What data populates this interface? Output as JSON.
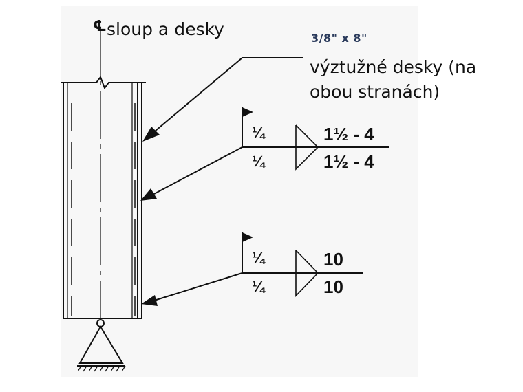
{
  "labels": {
    "centerline_symbol": "℄",
    "centerline": "sloup a desky",
    "plate_size": "3/8\" x 8\"",
    "plate_desc_line1": "výztužné desky (na",
    "plate_desc_line2": "obou stranách)"
  },
  "welds": [
    {
      "arrow_side_size": "¼",
      "other_side_size": "¼",
      "arrow_side_length": "1½ - 4",
      "other_side_length": "1½ - 4"
    },
    {
      "arrow_side_size": "¼",
      "other_side_size": "¼",
      "arrow_side_length": "10",
      "other_side_length": "10"
    }
  ],
  "colors": {
    "line": "#111111",
    "plate_text": "#2b3b5c",
    "panel": "#f7f7f7"
  }
}
